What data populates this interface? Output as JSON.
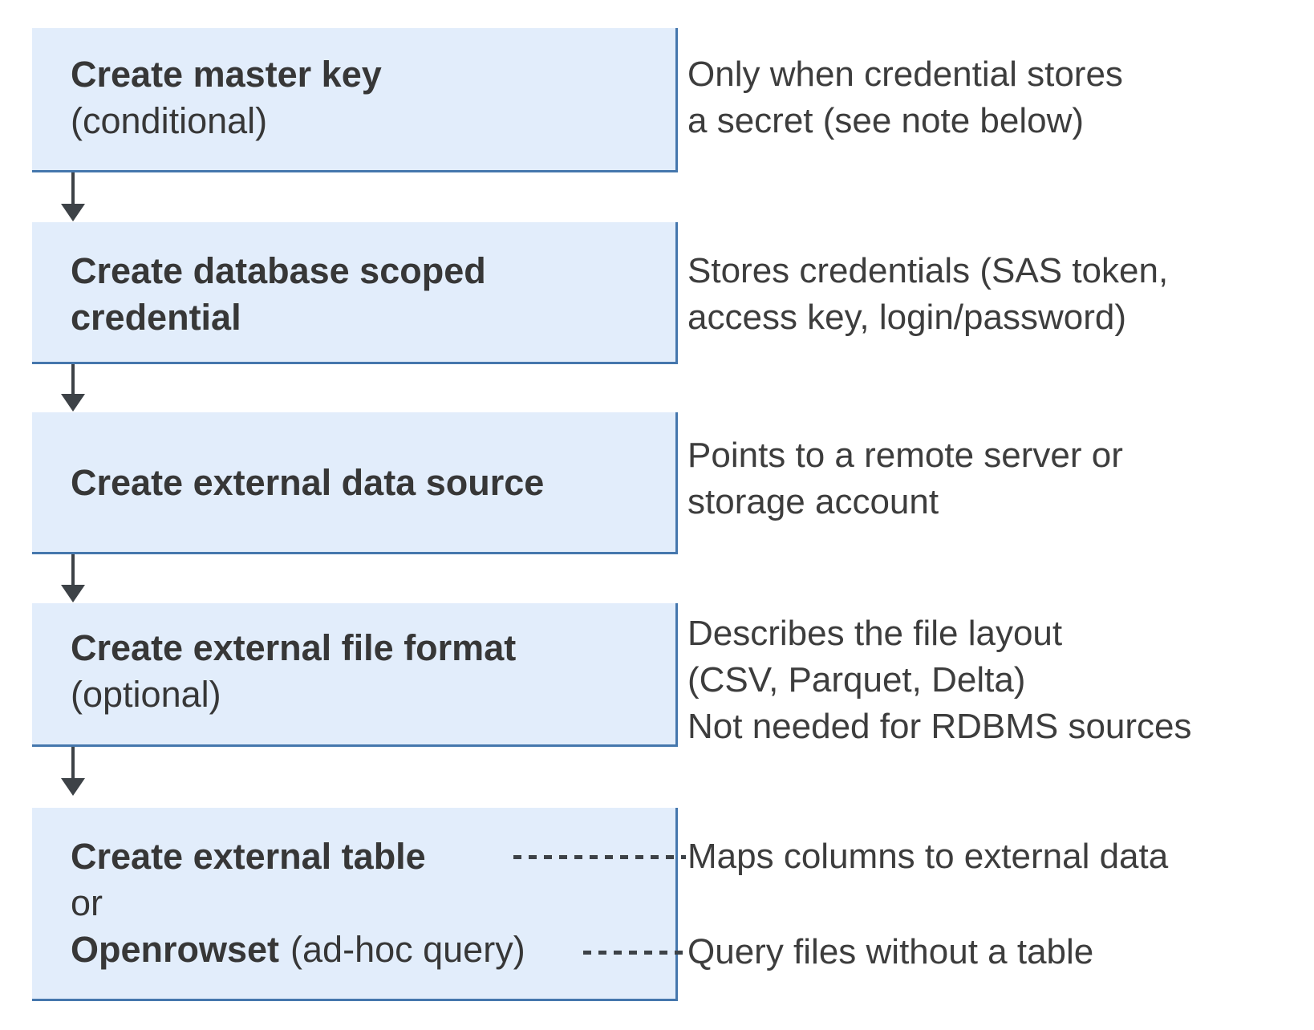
{
  "colors": {
    "box_fill": "#e2edfb",
    "box_border": "#4577ad",
    "connector": "#3d4247",
    "box_text": "#373737",
    "annotation_text": "#3d3d3d",
    "page_bg": "#ffffff"
  },
  "diagram": {
    "type": "flowchart",
    "boxes": [
      {
        "title": "Create master key",
        "subtitle": "(conditional)"
      },
      {
        "title_line1": "Create database scoped",
        "title_line2": "credential"
      },
      {
        "title": "Create external data source"
      },
      {
        "title": "Create external file format",
        "subtitle": "(optional)"
      },
      {
        "option1": "Create external table",
        "conjunction": "or",
        "option2_bold": "Openrowset",
        "option2_suffix": "(ad-hoc query)"
      }
    ],
    "annotations": [
      {
        "line1": "Only when credential stores",
        "line2": "a secret (see note below)"
      },
      {
        "line1": "Stores credentials (SAS token,",
        "line2": "access key, login/password)"
      },
      {
        "line1": "Points to a remote server or",
        "line2": "storage account"
      },
      {
        "line1": "Describes the file layout",
        "line2": "(CSV, Parquet, Delta)",
        "line3": "Not needed for RDBMS sources"
      },
      {
        "line1": "Maps columns to external data"
      },
      {
        "line1": "Query files without a table"
      }
    ]
  }
}
